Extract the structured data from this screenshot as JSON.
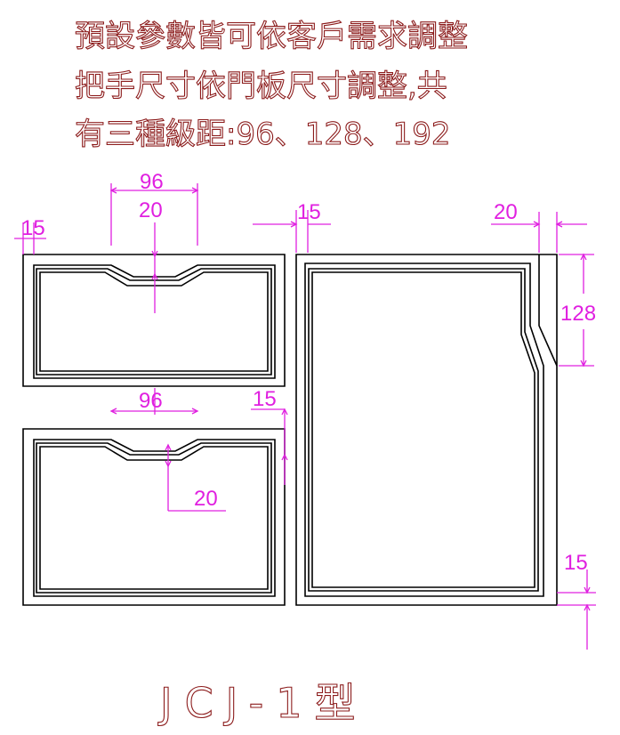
{
  "notes": [
    "預設參數皆可依客戶需求調整",
    "把手尺寸依門板尺寸調整,共",
    "有三種級距:96、128、192"
  ],
  "dimensions": {
    "top_handle_width": "96",
    "top_handle_depth": "20",
    "left_frame_margin": "15",
    "middle_gap_top": "15",
    "right_groove_width": "20",
    "right_handle_length": "128",
    "bottom_handle_width": "96",
    "middle_gap_bottom": "15",
    "bottom_handle_depth": "20",
    "right_bottom_margin": "15"
  },
  "model_name": "JCJ-1型",
  "colors": {
    "note_text": "#8b1a1a",
    "dimension": "#e020e0",
    "outline": "#000000"
  }
}
